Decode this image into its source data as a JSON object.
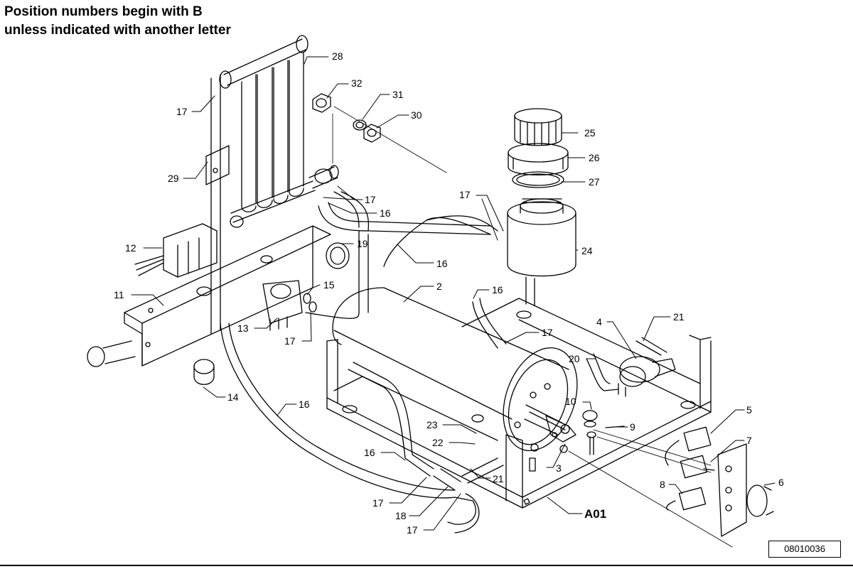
{
  "header": {
    "line1": "Position numbers begin with B",
    "line2": "unless indicated with another letter"
  },
  "drawing_id": "08010036",
  "callouts": {
    "c2": "2",
    "c3": "3",
    "c4": "4",
    "c5": "5",
    "c6": "6",
    "c7": "7",
    "c8": "8",
    "c9": "9",
    "c10": "10",
    "c11": "11",
    "c12": "12",
    "c13": "13",
    "c14": "14",
    "c15": "15",
    "c16a": "16",
    "c16b": "16",
    "c16c": "16",
    "c16d": "16",
    "c16e": "16",
    "c17a": "17",
    "c17b": "17",
    "c17c": "17",
    "c17d": "17",
    "c17e": "17",
    "c17f": "17",
    "c17g": "17",
    "c18": "18",
    "c19": "19",
    "c20": "20",
    "c21a": "21",
    "c21b": "21",
    "c22": "22",
    "c23": "23",
    "c24": "24",
    "c25": "25",
    "c26": "26",
    "c27": "27",
    "c28": "28",
    "c29": "29",
    "c30": "30",
    "c31": "31",
    "c32": "32",
    "a01": "A01"
  }
}
